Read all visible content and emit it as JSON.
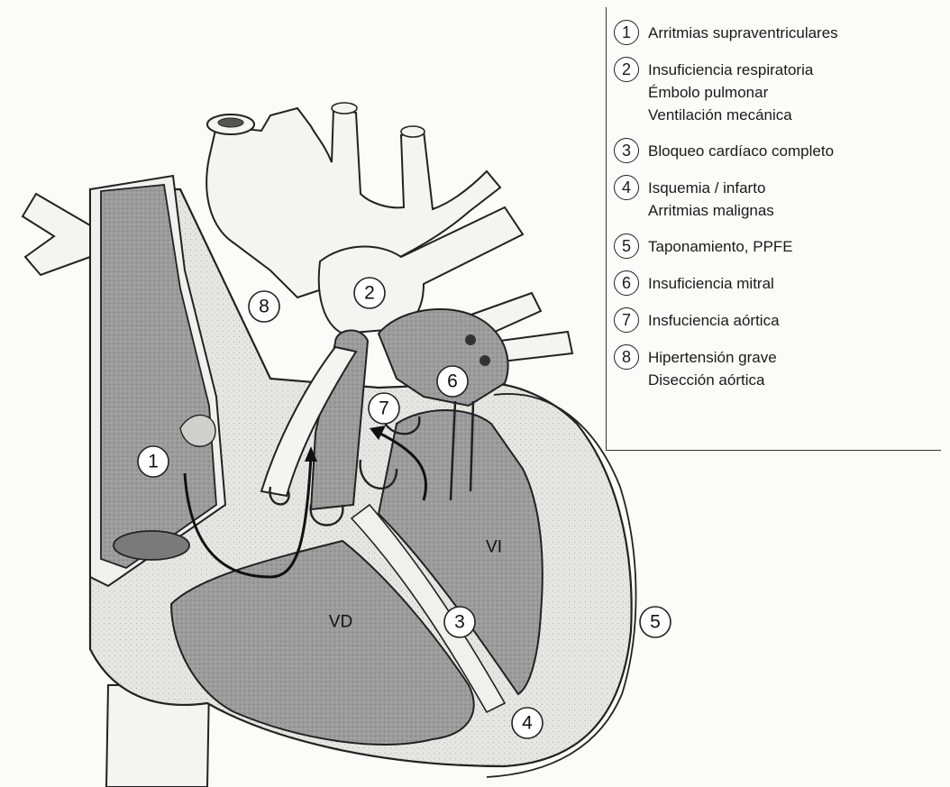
{
  "diagram": {
    "chambers": {
      "right_ventricle": "VD",
      "left_ventricle": "VI"
    },
    "markers": [
      {
        "id": "m1",
        "label": "1"
      },
      {
        "id": "m2",
        "label": "2"
      },
      {
        "id": "m3",
        "label": "3"
      },
      {
        "id": "m4",
        "label": "4"
      },
      {
        "id": "m5",
        "label": "5"
      },
      {
        "id": "m6",
        "label": "6"
      },
      {
        "id": "m7",
        "label": "7"
      },
      {
        "id": "m8",
        "label": "8"
      }
    ]
  },
  "legend": {
    "items": [
      {
        "num": "1",
        "lines": [
          "Arritmias supraventriculares"
        ]
      },
      {
        "num": "2",
        "lines": [
          "Insuficiencia respiratoria",
          "Émbolo pulmonar",
          "Ventilación mecánica"
        ]
      },
      {
        "num": "3",
        "lines": [
          "Bloqueo cardíaco completo"
        ]
      },
      {
        "num": "4",
        "lines": [
          "Isquemia / infarto",
          "Arritmias malignas"
        ]
      },
      {
        "num": "5",
        "lines": [
          "Taponamiento, PPFE"
        ]
      },
      {
        "num": "6",
        "lines": [
          "Insuficiencia mitral"
        ]
      },
      {
        "num": "7",
        "lines": [
          "Insfuciencia aórtica"
        ]
      },
      {
        "num": "8",
        "lines": [
          "Hipertensión grave",
          "Disección aórtica"
        ]
      }
    ]
  },
  "colors": {
    "chamber_fill": "#9a9a9a",
    "wall_fill": "#e4e4e0",
    "outline": "#222222"
  }
}
